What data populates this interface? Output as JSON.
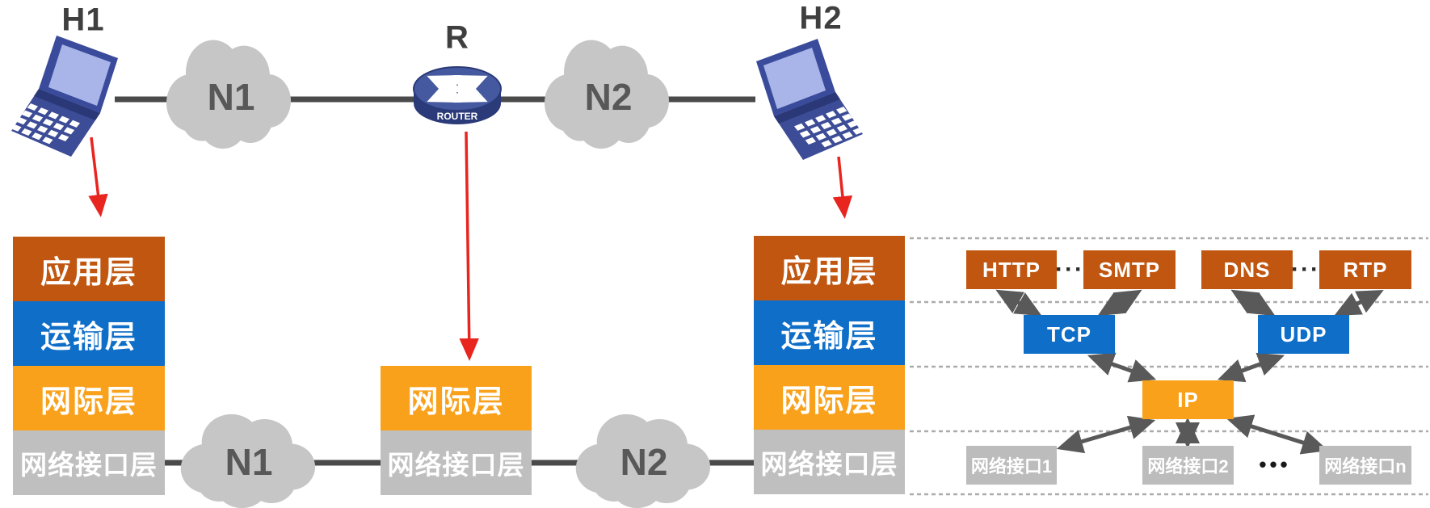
{
  "topology": {
    "h1_label": "H1",
    "h2_label": "H2",
    "router_label": "R",
    "router_caption": "ROUTER",
    "net1_top": "N1",
    "net2_top": "N2",
    "net1_bottom": "N1",
    "net2_bottom": "N2"
  },
  "stacks": {
    "h1": {
      "app": "应用层",
      "transport": "运输层",
      "internet": "网际层",
      "interface": "网络接口层"
    },
    "router": {
      "internet": "网际层",
      "interface": "网络接口层"
    },
    "h2": {
      "app": "应用层",
      "transport": "运输层",
      "internet": "网际层",
      "interface": "网络接口层"
    }
  },
  "protocols": {
    "http": "HTTP",
    "smtp": "SMTP",
    "dns": "DNS",
    "rtp": "RTP",
    "tcp": "TCP",
    "udp": "UDP",
    "ip": "IP",
    "if1": "网络接口1",
    "if2": "网络接口2",
    "ifn": "网络接口n",
    "ellipsis_left": "···",
    "ellipsis_right": "···",
    "ellipsis_bottom": "•••"
  },
  "colors": {
    "application_layer": "#C0560F",
    "transport_layer": "#0E6EC8",
    "internet_layer": "#F9A11B",
    "interface_layer": "#BFBFBF",
    "cloud": "#C6C6C6",
    "connector_line": "#4A4A4A",
    "graph_arrow": "#595959",
    "red_arrow": "#E8251F",
    "dashed_separator": "#ABABAB"
  }
}
